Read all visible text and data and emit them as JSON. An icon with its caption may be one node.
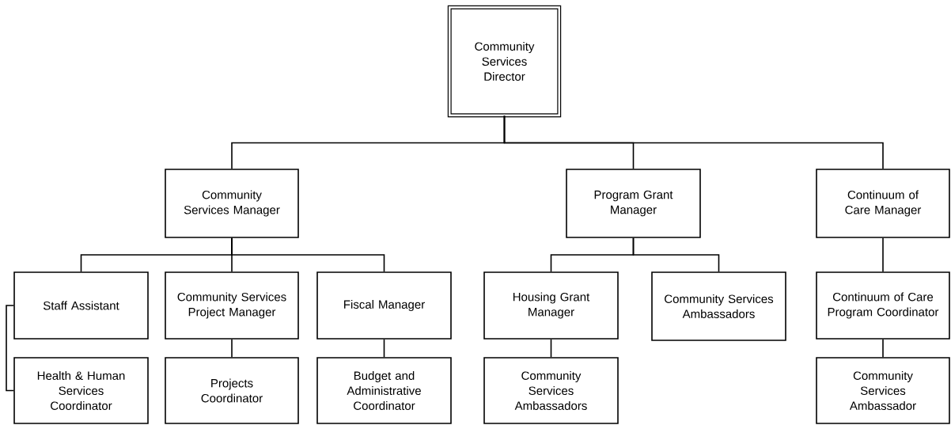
{
  "diagram": {
    "nodes": [
      {
        "text": [
          "Community Services Director"
        ]
      },
      {
        "text": [
          "Community Services Manager"
        ]
      },
      {
        "text": [
          "Program Grant Manager"
        ]
      },
      {
        "text": [
          "Continuum of Care Manager"
        ]
      },
      {
        "text": [
          "Staff Assistant"
        ]
      },
      {
        "text": [
          "Community Services Project Manager"
        ]
      },
      {
        "text": [
          "Fiscal Manager"
        ]
      },
      {
        "text": [
          "Housing Grant Manager"
        ]
      },
      {
        "text": [
          "Community Services Ambassadors"
        ]
      },
      {
        "text": [
          "Continuum of Care Program Coordinator"
        ]
      },
      {
        "text": [
          "Health & Human Services Coordinator"
        ]
      },
      {
        "text": [
          "Projects Coordinator"
        ]
      },
      {
        "text": [
          "Budget and Administrative Coordinator"
        ]
      },
      {
        "text": [
          "Community Services Ambassadors"
        ]
      },
      {
        "text": [
          "Community Services Ambassador"
        ]
      }
    ],
    "edges": [
      {
        "from": 0,
        "to": 1,
        "arrow": "none"
      },
      {
        "from": 0,
        "to": 2,
        "arrow": "none"
      },
      {
        "from": 0,
        "to": 3,
        "arrow": "none"
      },
      {
        "from": 1,
        "to": 4,
        "arrow": "none"
      },
      {
        "from": 1,
        "to": 5,
        "arrow": "none"
      },
      {
        "from": 1,
        "to": 6,
        "arrow": "none"
      },
      {
        "from": 2,
        "to": 7,
        "arrow": "none"
      },
      {
        "from": 2,
        "to": 8,
        "arrow": "none"
      },
      {
        "from": 3,
        "to": 9,
        "arrow": "none"
      },
      {
        "from": 4,
        "to": 10,
        "arrow": "none"
      },
      {
        "from": 5,
        "to": 11,
        "arrow": "none"
      },
      {
        "from": 6,
        "to": 12,
        "arrow": "none"
      },
      {
        "from": 7,
        "to": 13,
        "arrow": "none"
      },
      {
        "from": 9,
        "to": 14,
        "arrow": "none"
      }
    ]
  }
}
